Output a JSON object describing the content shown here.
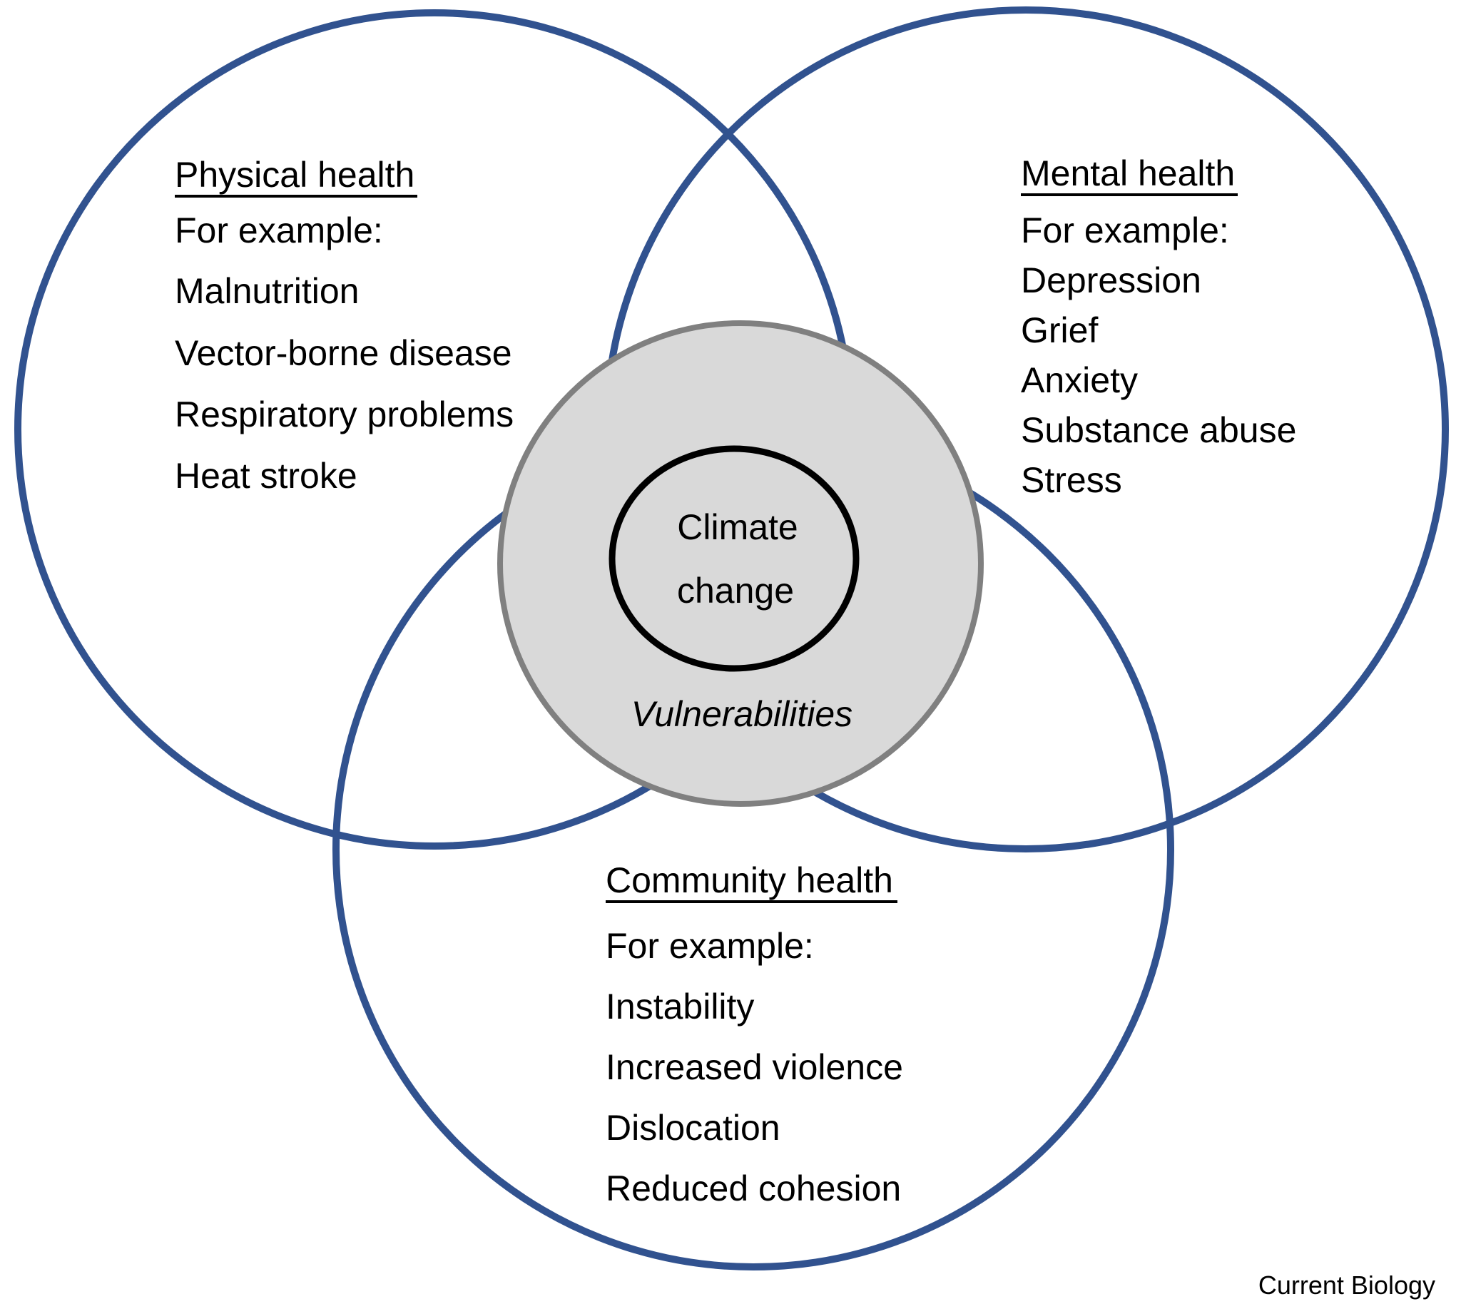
{
  "colors": {
    "ring": "#31528f",
    "vulnerability_fill": "#d9d9d9",
    "vulnerability_stroke": "#808080",
    "core_stroke": "#000000",
    "background": "#ffffff",
    "text": "#000000"
  },
  "physical": {
    "title": "Physical health",
    "intro": "For example:",
    "items": [
      "Malnutrition",
      "Vector-borne disease",
      "Respiratory problems",
      "Heat stroke"
    ]
  },
  "mental": {
    "title": "Mental health",
    "intro": "For example:",
    "items": [
      "Depression",
      "Grief",
      "Anxiety",
      "Substance abuse",
      "Stress"
    ]
  },
  "community": {
    "title": "Community health",
    "intro": "For example:",
    "items": [
      "Instability",
      "Increased violence",
      "Dislocation",
      "Reduced cohesion"
    ]
  },
  "center": {
    "line1": "Climate",
    "line2": "change",
    "vulnerabilities": "Vulnerabilities"
  },
  "credit": "Current Biology"
}
